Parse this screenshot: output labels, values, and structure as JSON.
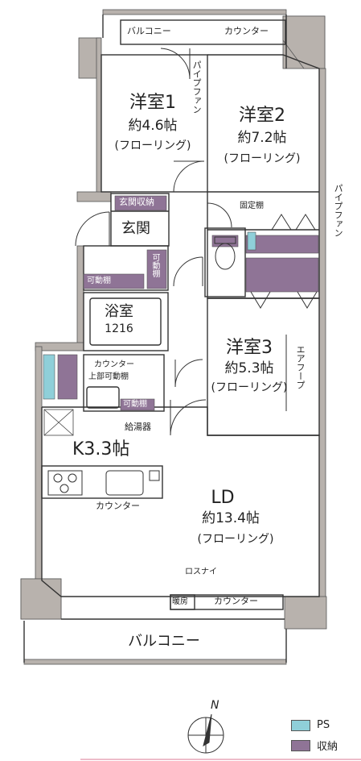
{
  "colors": {
    "wall": "#b8b2ad",
    "storage": "#8f7496",
    "ps": "#8fcfd9",
    "line": "#333333"
  },
  "rooms": {
    "balcony_top": "バルコニー",
    "counter_top": "カウンター",
    "pipe_fan_1": "パイプファン",
    "pipe_fan_2": "パイプファン",
    "western1": {
      "name": "洋室1",
      "size": "約4.6帖",
      "note": "(フローリング)"
    },
    "western2": {
      "name": "洋室2",
      "size": "約7.2帖",
      "note": "(フローリング)"
    },
    "western3": {
      "name": "洋室3",
      "size": "約5.3帖",
      "note": "(フローリング)"
    },
    "entrance_storage": "玄関収納",
    "entrance": "玄関",
    "fixed_shelf": "固定棚",
    "movable_shelf_1": "可動棚",
    "movable_shelf_2": "可動棚",
    "movable_shelf_3": "可動棚",
    "bath": {
      "name": "浴室",
      "size": "1216"
    },
    "counter_upper": "カウンター",
    "upper_shelf": "上部可動棚",
    "water_heater": "給湯器",
    "air_hoop": "エアフープ",
    "kitchen": "K3.3帖",
    "kitchen_counter": "カウンター",
    "ld": {
      "name": "LD",
      "size": "約13.4帖",
      "note": "(フローリング)"
    },
    "vent": "ロスナイ",
    "heater": "暖房",
    "ld_counter": "カウンター",
    "balcony_bottom": "バルコニー"
  },
  "compass": {
    "label": "N"
  },
  "legend": [
    {
      "label": "PS",
      "color": "#8fcfd9"
    },
    {
      "label": "収納",
      "color": "#8f7496"
    }
  ]
}
